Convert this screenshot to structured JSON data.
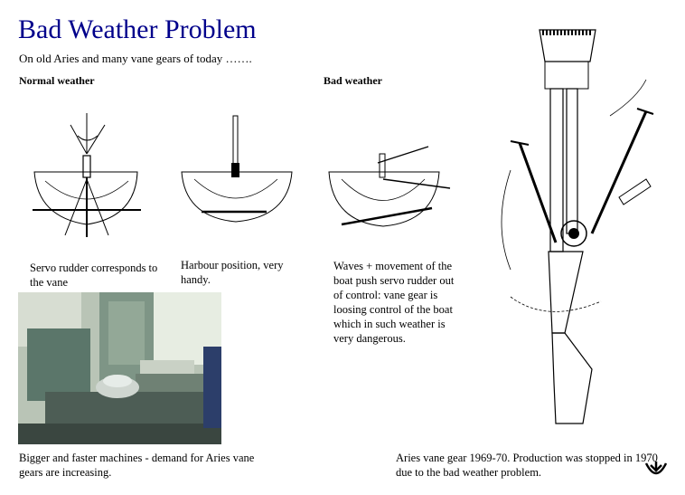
{
  "title": "Bad Weather Problem",
  "subtitle": "On old Aries and many vane gears of today …….",
  "headings": {
    "normal": "Normal weather",
    "bad": "Bad weather"
  },
  "captions": {
    "servo": "Servo rudder corresponds to the vane",
    "harbour": "Harbour position, very handy.",
    "waves": "Waves + movement of the boat push servo rudder out of control: vane gear is loosing control of the boat which in such weather is very dangerous.",
    "machines": "Bigger and faster machines - demand for Aries vane gears are increasing.",
    "aries": "Aries vane gear 1969-70. Production was stopped in 1970 due to the bad weather problem."
  },
  "icons": {
    "nav": "next-slide-arrow-icon"
  },
  "colors": {
    "title": "#00008b"
  }
}
